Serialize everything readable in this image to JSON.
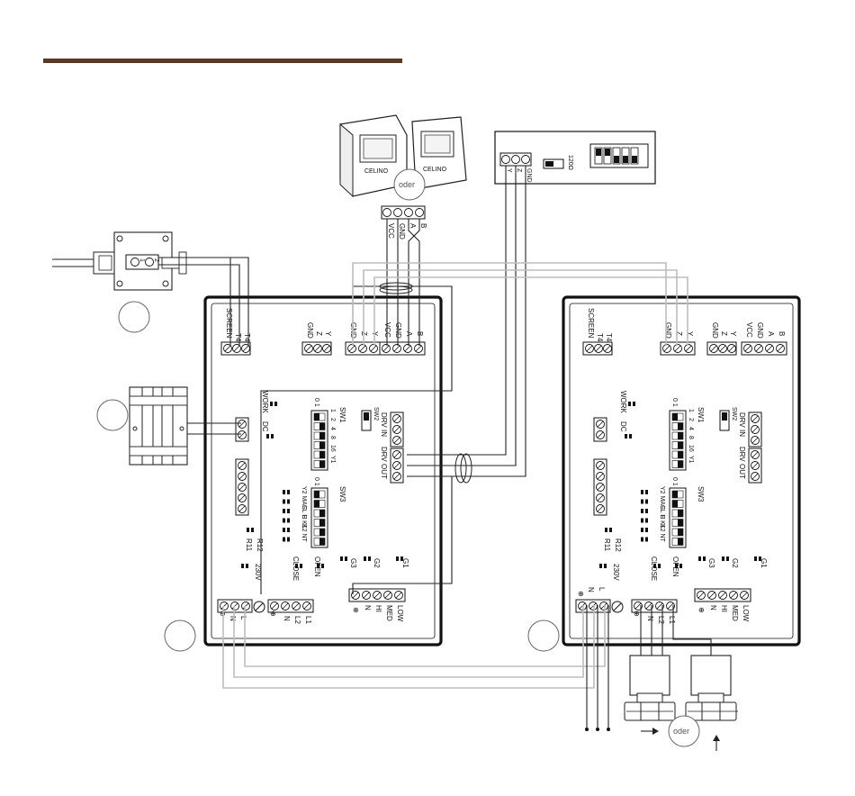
{
  "header": {
    "rule_color": "#5a3a22"
  },
  "oder_label": "oder",
  "top_device": {
    "terminals": [
      "VCC",
      "GND",
      "A",
      "B"
    ],
    "brand": "CELINO"
  },
  "top_right_module": {
    "terminals": [
      "Y",
      "Z",
      "GND"
    ],
    "switch_label": "120Ω"
  },
  "sensor": {
    "terminals": [
      "1",
      "2"
    ]
  },
  "panels": [
    {
      "id": "left",
      "upper_terminals": {
        "screen": [
          "SCREEN",
          "T4",
          "T4"
        ],
        "gnd_zy_a": [
          "GND",
          "Z",
          "Y"
        ],
        "gnd_zy_b": [
          "GND",
          "Z",
          "Y"
        ],
        "vcc_ab": [
          "VCC",
          "GND",
          "A",
          "B"
        ]
      },
      "work": "WORK",
      "dc": "DC",
      "sw1": {
        "name": "SW1",
        "scale": "0 1",
        "bits": [
          "1",
          "2",
          "4",
          "8",
          "16",
          "Y1"
        ]
      },
      "sw2": {
        "name": "SW2"
      },
      "drv": [
        "DRV IN",
        "DRV OUT"
      ],
      "sw3": {
        "name": "SW3",
        "scale": "0 1",
        "bits": [
          "Y2",
          "MAC",
          "SL H",
          "E K1",
          "K2",
          "NT"
        ]
      },
      "relays": [
        "R12",
        "R11"
      ],
      "v230": "230V",
      "open_close": [
        "OPEN",
        "CLOSE"
      ],
      "g_labels": [
        "G3",
        "G2",
        "G1"
      ],
      "power_terminals": [
        "⊕",
        "N",
        "L"
      ],
      "motor_terminals": [
        "⊕",
        "N",
        "L2",
        "L1"
      ],
      "fan_terminals": [
        "⊕",
        "N",
        "HI",
        "MED",
        "LOW"
      ]
    },
    {
      "id": "right",
      "upper_terminals": {
        "screen": [
          "SCREEN",
          "T4",
          "T4"
        ],
        "gnd_zy_a": [
          "GND",
          "Z",
          "Y"
        ],
        "gnd_zy_b": [
          "GND",
          "Z",
          "Y"
        ],
        "vcc_ab": [
          "VCC",
          "GND",
          "A",
          "B"
        ]
      },
      "work": "WORK",
      "dc": "DC",
      "sw1": {
        "name": "SW1",
        "scale": "0 1",
        "bits": [
          "1",
          "2",
          "4",
          "8",
          "16",
          "Y1"
        ]
      },
      "sw2": {
        "name": "SW2"
      },
      "drv": [
        "DRV IN",
        "DRV OUT"
      ],
      "sw3": {
        "name": "SW3",
        "scale": "0 1",
        "bits": [
          "Y2",
          "MAC",
          "SL H",
          "E K1",
          "K2",
          "NT"
        ]
      },
      "relays": [
        "R12",
        "R11"
      ],
      "v230": "230V",
      "open_close": [
        "OPEN",
        "CLOSE"
      ],
      "g_labels": [
        "G3",
        "G2",
        "G1"
      ],
      "power_terminals": [
        "⊕",
        "N",
        "L"
      ],
      "motor_terminals": [
        "⊕",
        "N",
        "L2",
        "L1"
      ],
      "fan_terminals": [
        "⊕",
        "N",
        "HI",
        "MED",
        "LOW"
      ]
    }
  ]
}
